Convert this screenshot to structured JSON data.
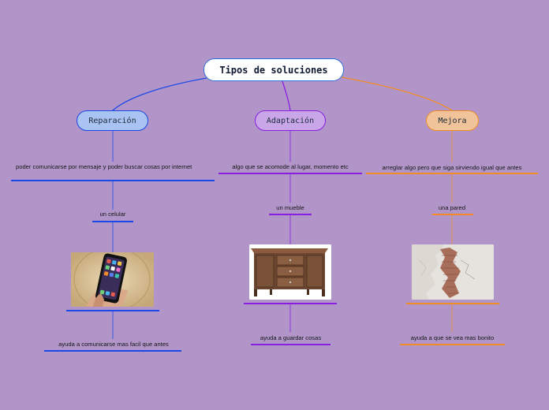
{
  "root": {
    "label": "Tipos de soluciones"
  },
  "colors": {
    "background": "#b195c9",
    "blue": "#1c48e8",
    "purple": "#8a1fe0",
    "orange": "#f08c28"
  },
  "branches": [
    {
      "label": "Reparación",
      "leaves": [
        "poder comunicarse por mensaje y poder buscar cosas por internet",
        "un celular",
        "ayuda a comunicarse mas facil que antes"
      ],
      "image": "smartphone-photo"
    },
    {
      "label": "Adaptación",
      "leaves": [
        "algo que se acomode al lugar, momento etc",
        "un mueble",
        "ayuda a guardar cosas"
      ],
      "image": "wooden-sideboard-photo"
    },
    {
      "label": "Mejora",
      "leaves": [
        "arreglar algo pero que siga sirviendo igual que antes",
        "una pared",
        "ayuda a que se vea mas bonito"
      ],
      "image": "cracked-wall-photo"
    }
  ]
}
